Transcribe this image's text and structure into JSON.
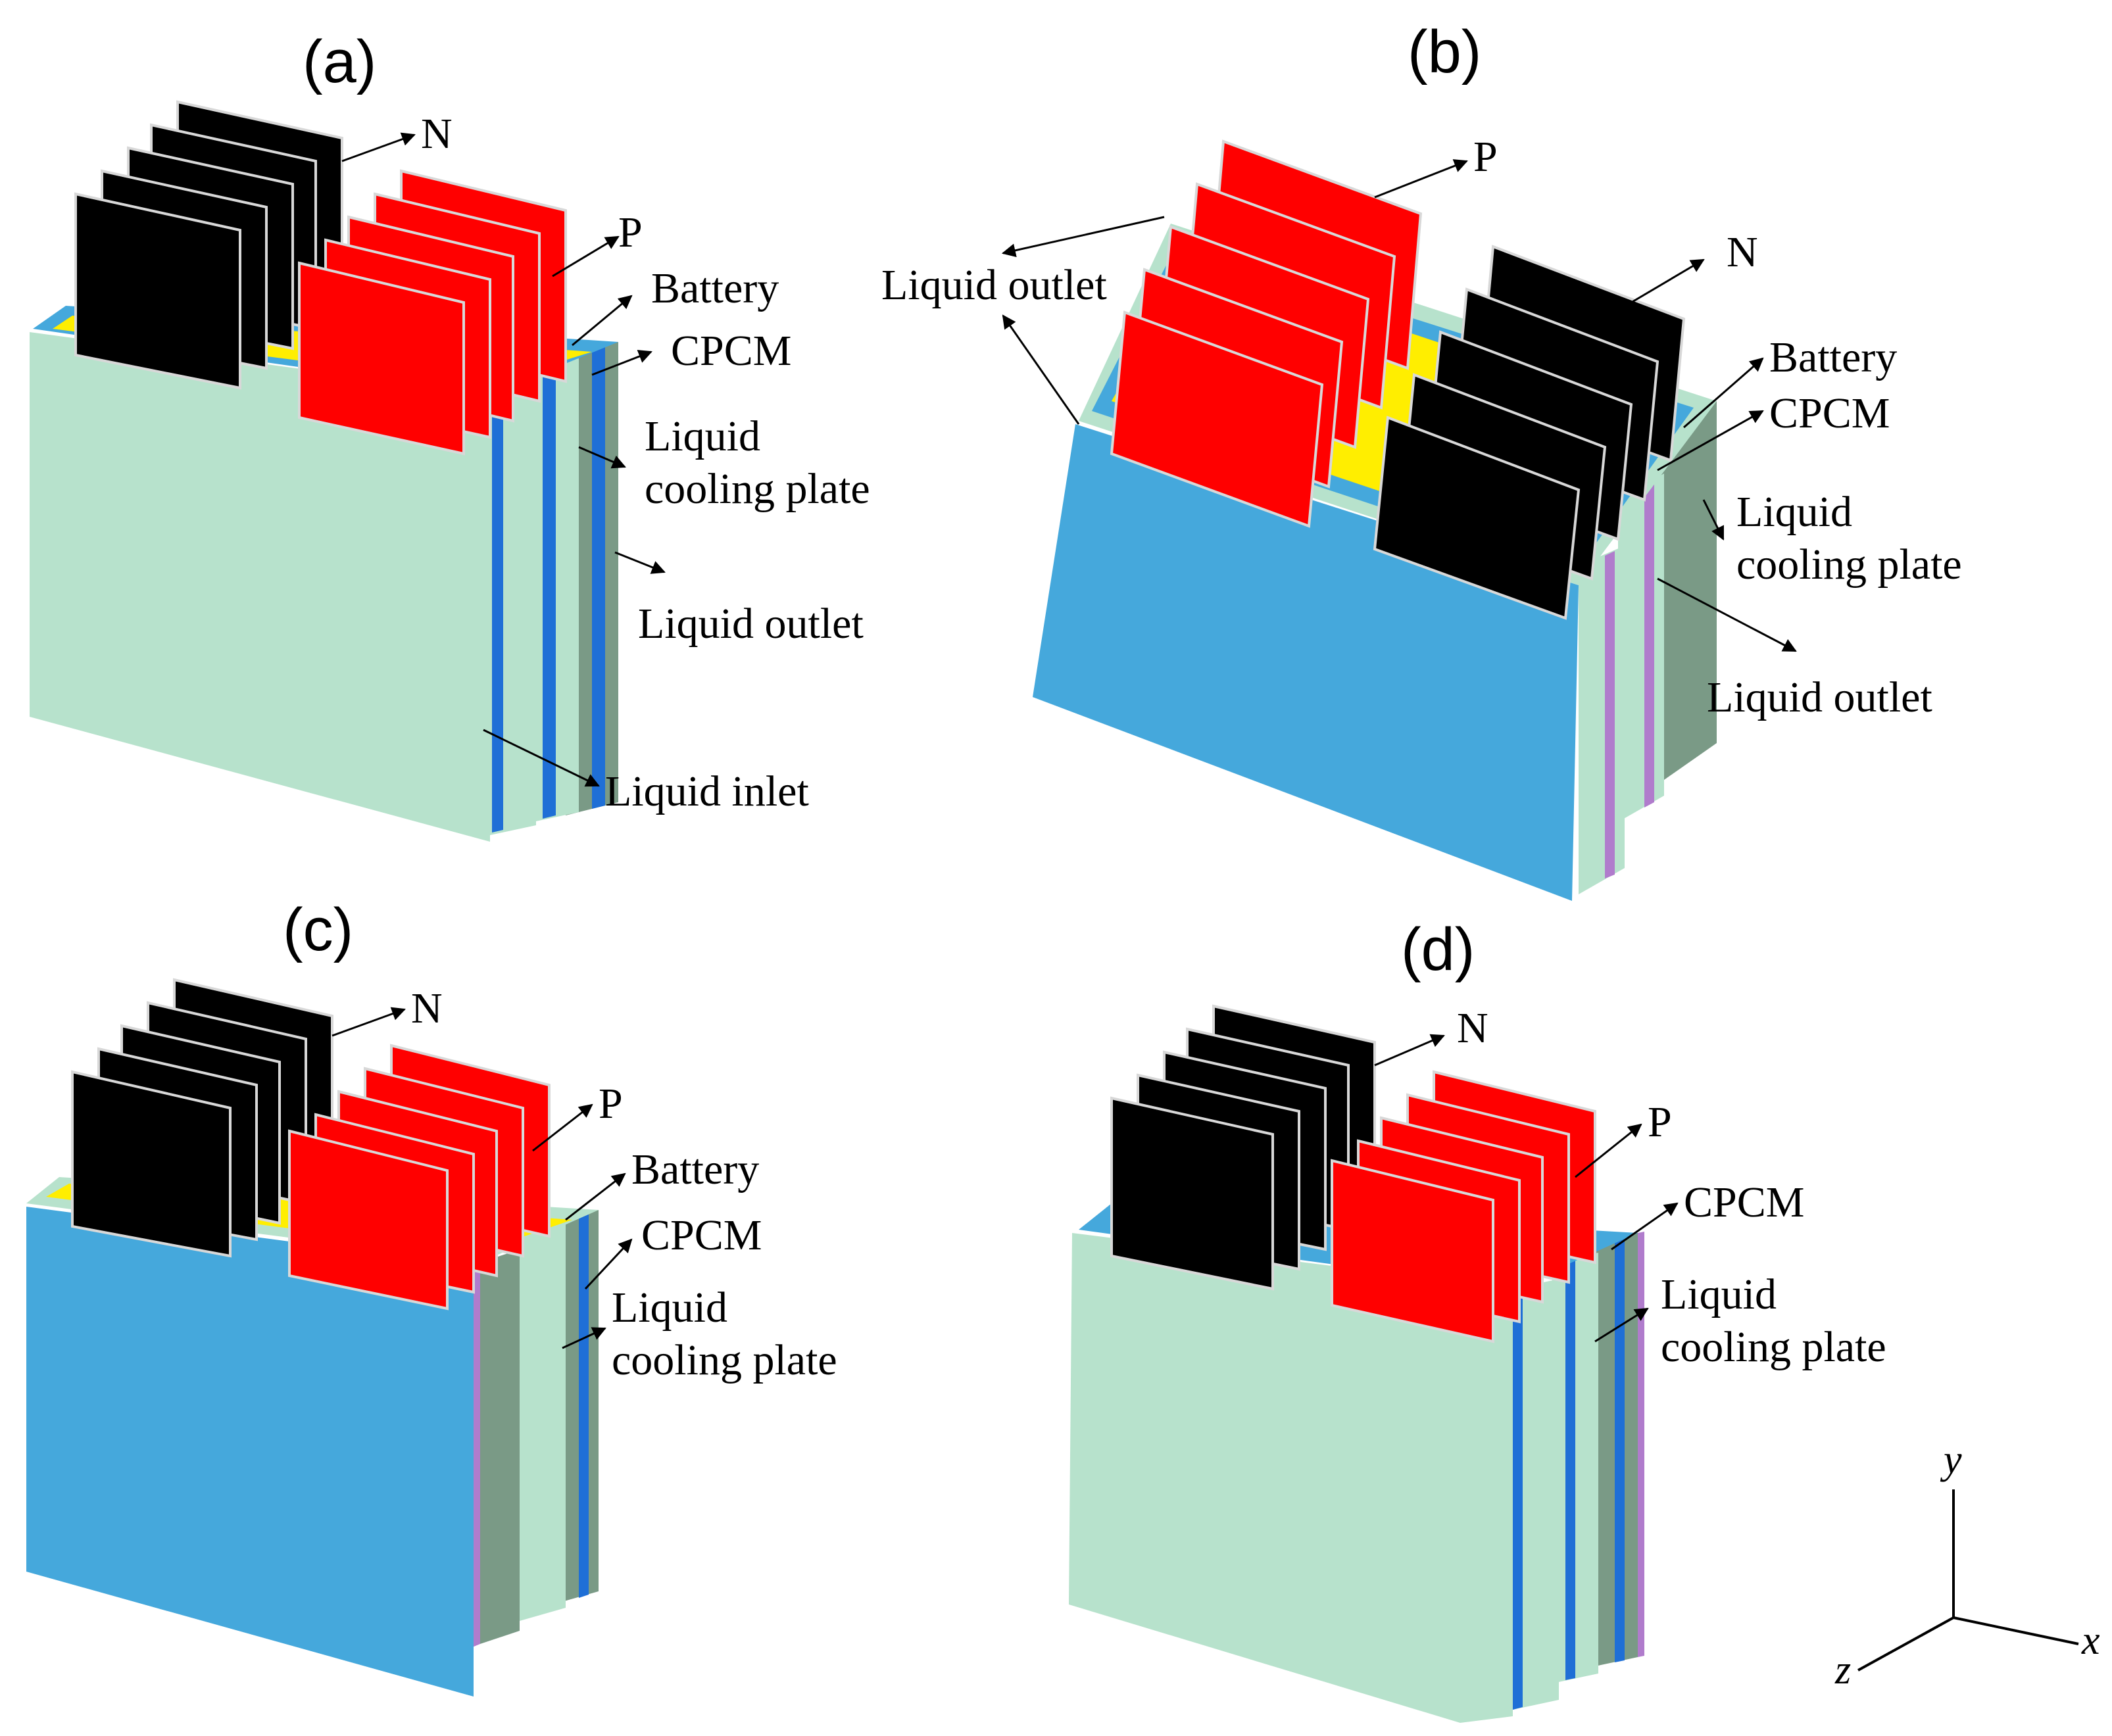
{
  "colors": {
    "cpcm_green": "#b7e2cc",
    "cpcm_green_dark": "#7a9a86",
    "cooling_blue": "#45a8dc",
    "battery_yellow": "#ffee00",
    "plate_blue": "#1f6fd6",
    "tab_black": "#000000",
    "tab_red": "#ff0000",
    "purple_edge": "#b07ccc"
  },
  "panels": [
    {
      "label": "(a)",
      "callouts": {
        "n": "N",
        "p": "P",
        "battery": "Battery",
        "cpcm": "CPCM",
        "plate_l1": "Liquid",
        "plate_l2": "cooling plate",
        "outlet": "Liquid outlet",
        "inlet": "Liquid inlet"
      }
    },
    {
      "label": "(b)",
      "callouts": {
        "outlet_left": "Liquid outlet",
        "p": "P",
        "n": "N",
        "battery": "Battery",
        "cpcm": "CPCM",
        "plate_l1": "Liquid",
        "plate_l2": "cooling plate",
        "outlet_right": "Liquid outlet"
      }
    },
    {
      "label": "(c)",
      "callouts": {
        "n": "N",
        "p": "P",
        "battery": "Battery",
        "cpcm": "CPCM",
        "plate_l1": "Liquid",
        "plate_l2": "cooling plate"
      }
    },
    {
      "label": "(d)",
      "callouts": {
        "n": "N",
        "p": "P",
        "cpcm": "CPCM",
        "plate_l1": "Liquid",
        "plate_l2": "cooling plate"
      }
    }
  ],
  "axes": {
    "y": "y",
    "x": "x",
    "z": "z"
  }
}
